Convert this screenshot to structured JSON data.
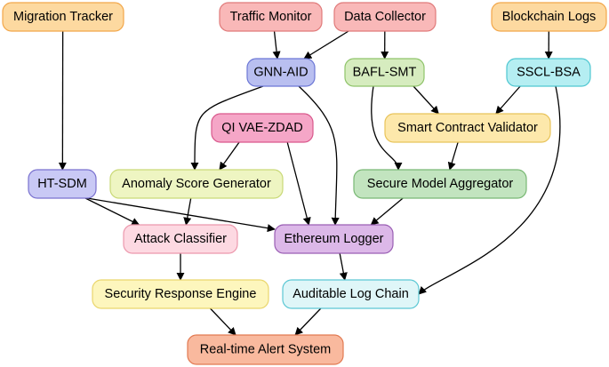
{
  "nodes": [
    {
      "id": "migration-tracker",
      "label": "Migration Tracker",
      "fill": "#fdd9a0",
      "stroke": "#f2a74a"
    },
    {
      "id": "traffic-monitor",
      "label": "Traffic Monitor",
      "fill": "#f9b8b8",
      "stroke": "#e07a7a"
    },
    {
      "id": "data-collector",
      "label": "Data Collector",
      "fill": "#f9b8b8",
      "stroke": "#e07a7a"
    },
    {
      "id": "blockchain-logs",
      "label": "Blockchain Logs",
      "fill": "#fdd9a0",
      "stroke": "#f2a74a"
    },
    {
      "id": "gnn-aid",
      "label": "GNN-AID",
      "fill": "#b9bff0",
      "stroke": "#6d78d6"
    },
    {
      "id": "bafl-smt",
      "label": "BAFL-SMT",
      "fill": "#d6ecbf",
      "stroke": "#8fc46a"
    },
    {
      "id": "sscl-bsa",
      "label": "SSCL-BSA",
      "fill": "#b5eef2",
      "stroke": "#4fc7d1"
    },
    {
      "id": "qi-vae-zdad",
      "label": "QI VAE-ZDAD",
      "fill": "#f5a6c7",
      "stroke": "#d9588c"
    },
    {
      "id": "smart-contract-validator",
      "label": "Smart Contract Validator",
      "fill": "#fde8ab",
      "stroke": "#e8c35a"
    },
    {
      "id": "ht-sdm",
      "label": "HT-SDM",
      "fill": "#c9c9f5",
      "stroke": "#7a72cf"
    },
    {
      "id": "anomaly-score-generator",
      "label": "Anomaly Score Generator",
      "fill": "#eef5c2",
      "stroke": "#c9d977"
    },
    {
      "id": "secure-model-aggregator",
      "label": "Secure Model Aggregator",
      "fill": "#c2e4bf",
      "stroke": "#79b874"
    },
    {
      "id": "attack-classifier",
      "label": "Attack Classifier",
      "fill": "#fdd9e2",
      "stroke": "#ec98ad"
    },
    {
      "id": "ethereum-logger",
      "label": "Ethereum Logger",
      "fill": "#dcb8e8",
      "stroke": "#9a5fb4"
    },
    {
      "id": "security-response-engine",
      "label": "Security Response Engine",
      "fill": "#fdf6bd",
      "stroke": "#ead66d"
    },
    {
      "id": "auditable-log-chain",
      "label": "Auditable Log Chain",
      "fill": "#dff6f8",
      "stroke": "#5cc8d4"
    },
    {
      "id": "real-time-alert-system",
      "label": "Real-time Alert System",
      "fill": "#f9b99e",
      "stroke": "#e27a52"
    }
  ],
  "edges": [
    {
      "from": "traffic-monitor",
      "to": "gnn-aid"
    },
    {
      "from": "data-collector",
      "to": "gnn-aid"
    },
    {
      "from": "data-collector",
      "to": "bafl-smt"
    },
    {
      "from": "blockchain-logs",
      "to": "sscl-bsa"
    },
    {
      "from": "migration-tracker",
      "to": "ht-sdm"
    },
    {
      "from": "bafl-smt",
      "to": "smart-contract-validator"
    },
    {
      "from": "sscl-bsa",
      "to": "smart-contract-validator"
    },
    {
      "from": "gnn-aid",
      "to": "anomaly-score-generator"
    },
    {
      "from": "qi-vae-zdad",
      "to": "anomaly-score-generator"
    },
    {
      "from": "bafl-smt",
      "to": "secure-model-aggregator"
    },
    {
      "from": "smart-contract-validator",
      "to": "secure-model-aggregator"
    },
    {
      "from": "gnn-aid",
      "to": "ethereum-logger"
    },
    {
      "from": "qi-vae-zdad",
      "to": "ethereum-logger"
    },
    {
      "from": "ht-sdm",
      "to": "ethereum-logger"
    },
    {
      "from": "secure-model-aggregator",
      "to": "ethereum-logger"
    },
    {
      "from": "ht-sdm",
      "to": "attack-classifier"
    },
    {
      "from": "anomaly-score-generator",
      "to": "attack-classifier"
    },
    {
      "from": "attack-classifier",
      "to": "security-response-engine"
    },
    {
      "from": "ethereum-logger",
      "to": "auditable-log-chain"
    },
    {
      "from": "sscl-bsa",
      "to": "auditable-log-chain"
    },
    {
      "from": "security-response-engine",
      "to": "real-time-alert-system"
    },
    {
      "from": "auditable-log-chain",
      "to": "real-time-alert-system"
    }
  ]
}
